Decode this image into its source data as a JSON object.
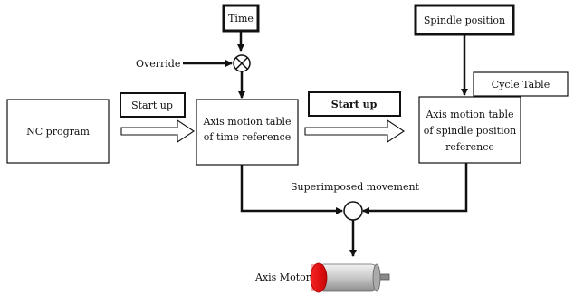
{
  "nodes": {
    "time": "Time",
    "spindle_position": "Spindle position",
    "override": "Override",
    "cycle_table": "Cycle Table",
    "nc_program": "NC program",
    "start_up_left": "Start up",
    "start_up_right": "Start up",
    "time_table": [
      "Axis motion table",
      "of time reference"
    ],
    "spindle_table": [
      "Axis motion table",
      "of spindle position",
      "reference"
    ],
    "superimposed": "Superimposed movement",
    "axis_motor": "Axis Motor"
  }
}
